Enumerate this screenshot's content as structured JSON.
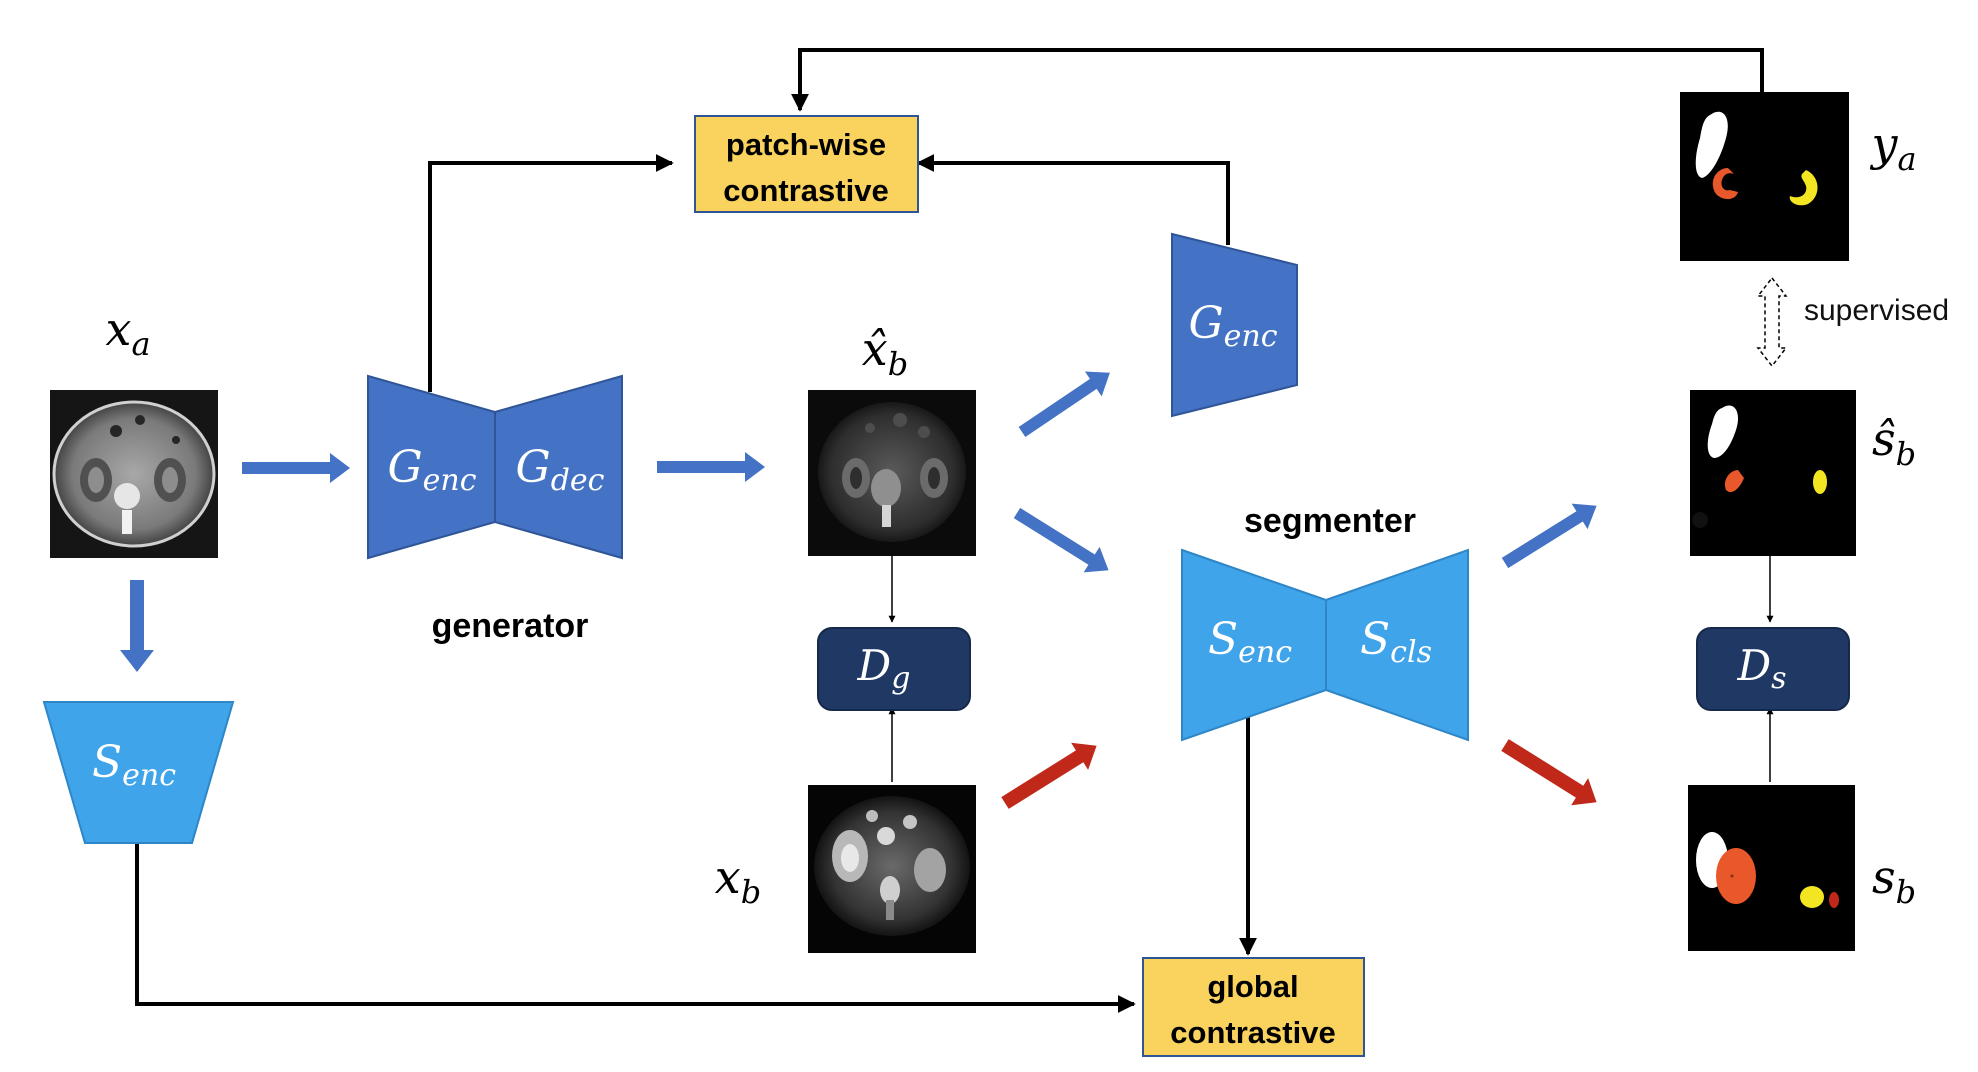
{
  "labels": {
    "patch_contrastive_line1": "patch-wise",
    "patch_contrastive_line2": "contrastive",
    "global_contrastive_line1": "global",
    "global_contrastive_line2": "contrastive",
    "generator": "generator",
    "segmenter": "segmenter",
    "supervised": "supervised"
  },
  "symbols": {
    "x_a": {
      "base": "x",
      "sub": "a"
    },
    "x_b": {
      "base": "x",
      "sub": "b"
    },
    "x_hat_b": {
      "base": "x̂",
      "sub": "b"
    },
    "y_a": {
      "base": "y",
      "sub": "a"
    },
    "s_hat_b": {
      "base": "ŝ",
      "sub": "b"
    },
    "s_b": {
      "base": "s",
      "sub": "b"
    },
    "G_enc": {
      "base": "G",
      "sub": "enc"
    },
    "G_dec": {
      "base": "G",
      "sub": "dec"
    },
    "S_enc": {
      "base": "S",
      "sub": "enc"
    },
    "S_cls": {
      "base": "S",
      "sub": "cls"
    },
    "D_g": {
      "base": "D",
      "sub": "g"
    },
    "D_s": {
      "base": "D",
      "sub": "s"
    }
  },
  "colors": {
    "generator_blue": "#4472c4",
    "segmenter_blue": "#3fa4ea",
    "discriminator_navy": "#1f3864",
    "contrastive_yellow": "#f9d35e",
    "target_arrow_red": "#c0281a",
    "flow_arrow_blue": "#4472c4",
    "liver_white": "#ffffff",
    "kidney_orange": "#e8582a",
    "spleen_yellow": "#f3e521"
  }
}
